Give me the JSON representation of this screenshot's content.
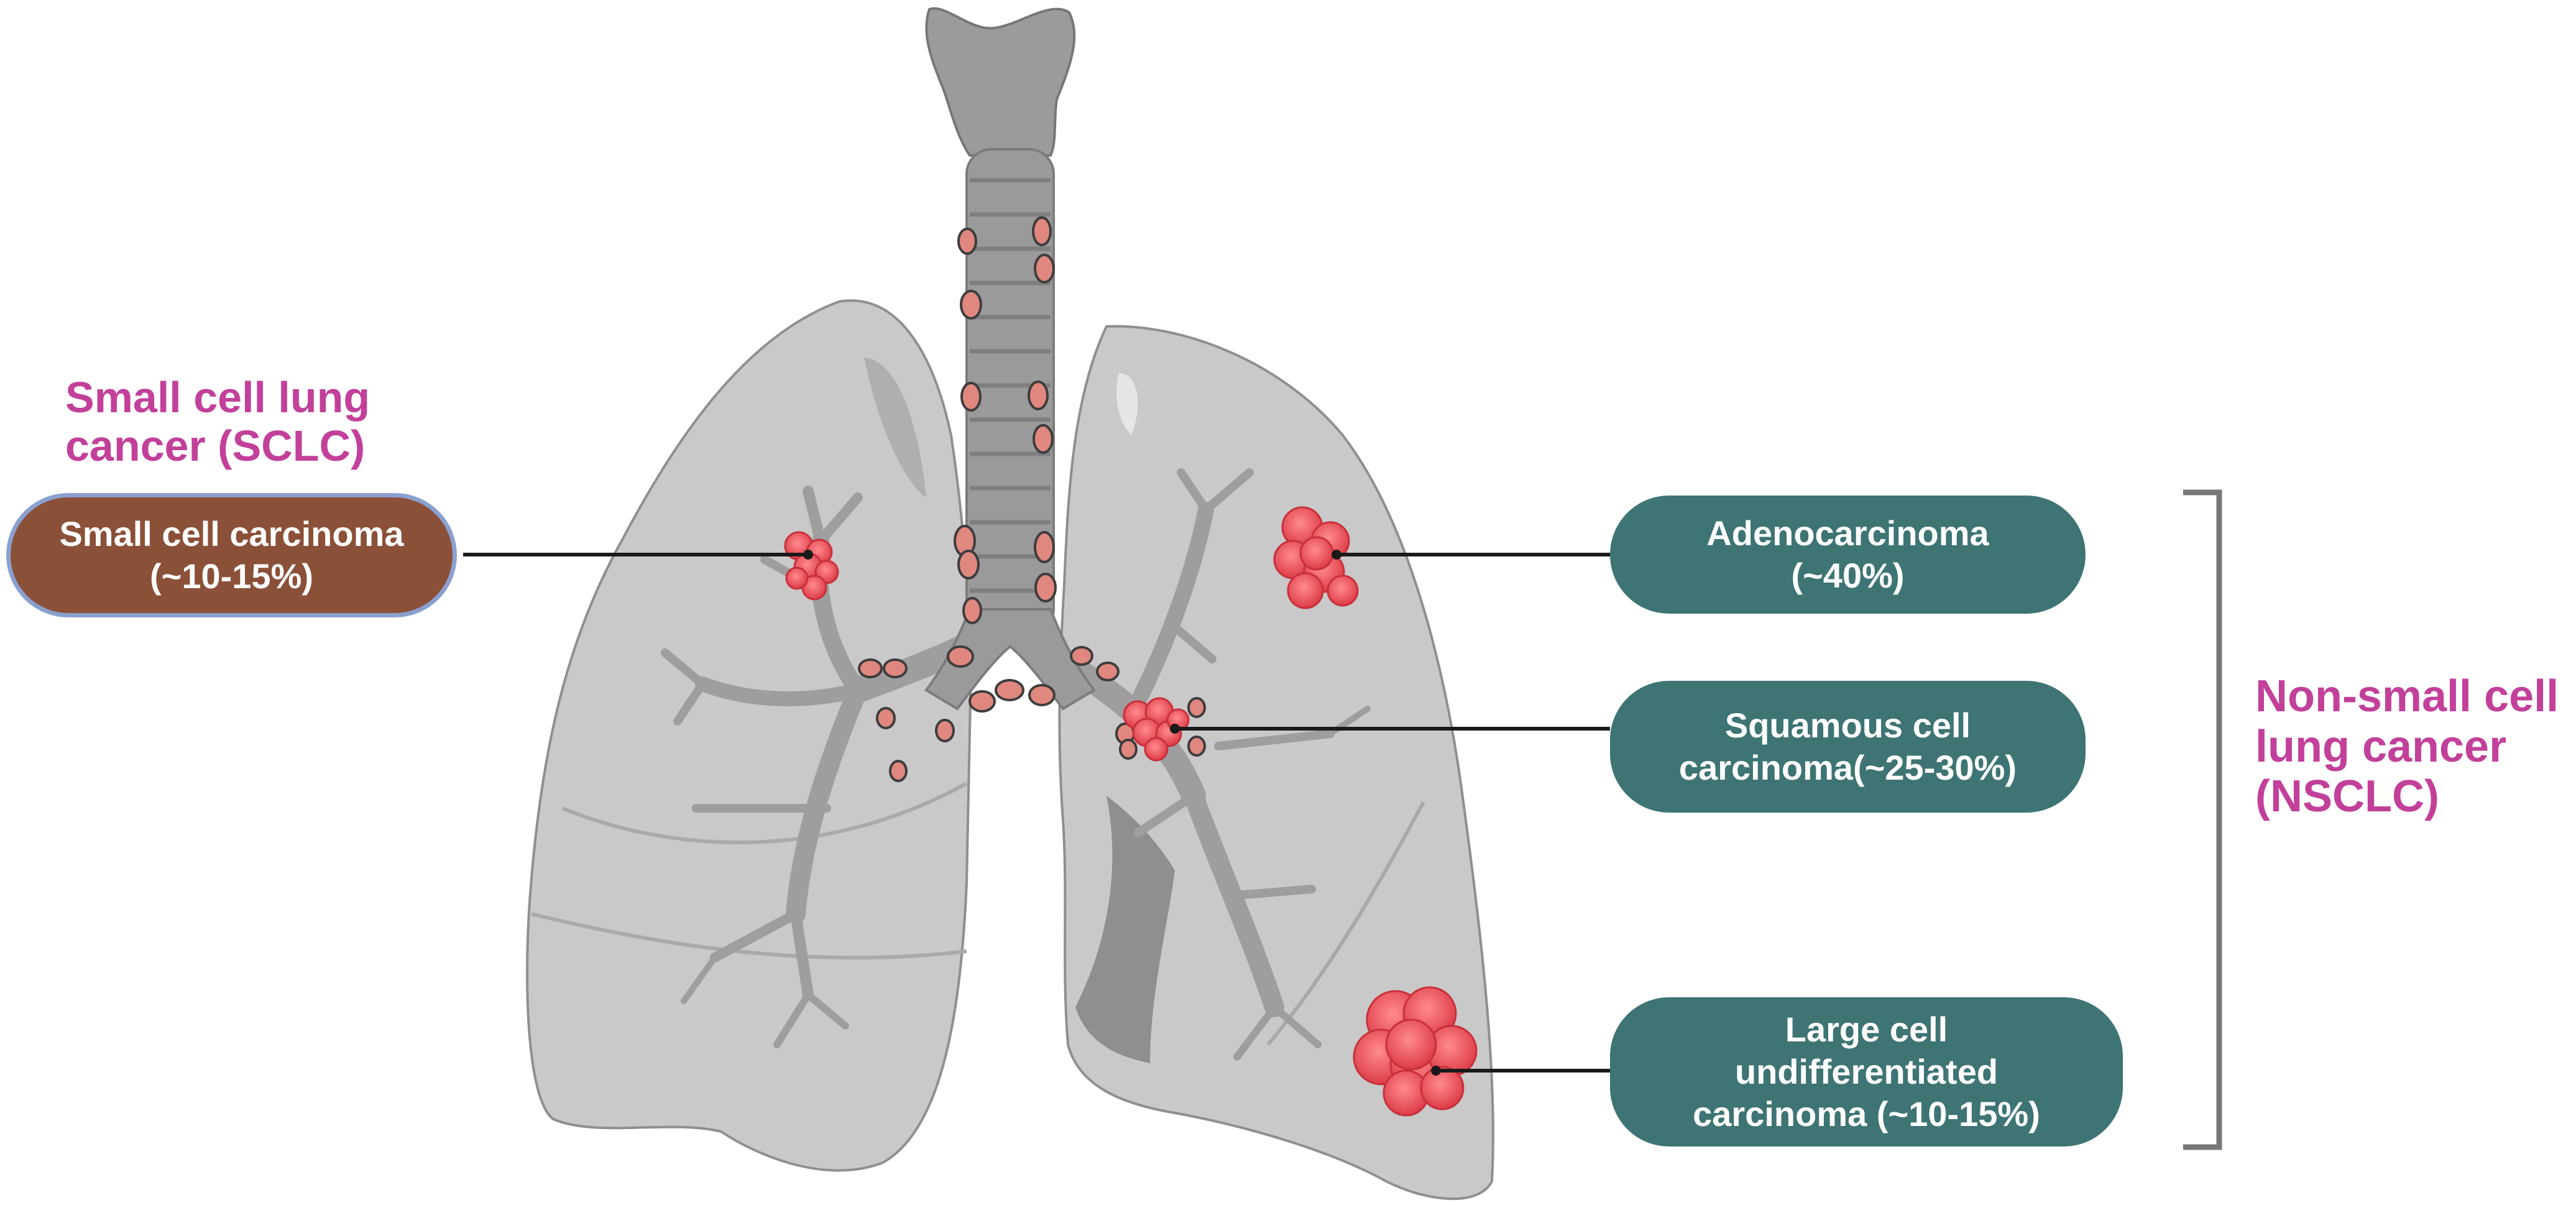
{
  "colors": {
    "heading": "#c2409a",
    "nsclc_box": "#3e7474",
    "sclc_box": "#8b5038",
    "sclc_box_border": "#8aa0cf",
    "tumor": "#e8505a",
    "lymph_node": "#e0877f",
    "lung": "#c9c9c9",
    "bracket": "#777777"
  },
  "sclc": {
    "heading_lines": [
      "Small cell lung",
      "cancer (SCLC)"
    ],
    "box_lines": [
      "Small cell carcinoma",
      "(~10-15%)"
    ]
  },
  "nsclc": {
    "heading_lines": [
      "Non-small cell",
      "lung cancer",
      "(NSCLC)"
    ],
    "subtypes": [
      {
        "lines": [
          "Adenocarcinoma",
          "(~40%)"
        ]
      },
      {
        "lines": [
          "Squamous cell",
          "carcinoma(~25-30%)"
        ]
      },
      {
        "lines": [
          "Large cell",
          "undifferentiated",
          "carcinoma (~10-15%)"
        ]
      }
    ]
  },
  "icons": [
    "lungs-icon",
    "trachea-icon",
    "tumor-icon",
    "lymph-node-icon"
  ]
}
